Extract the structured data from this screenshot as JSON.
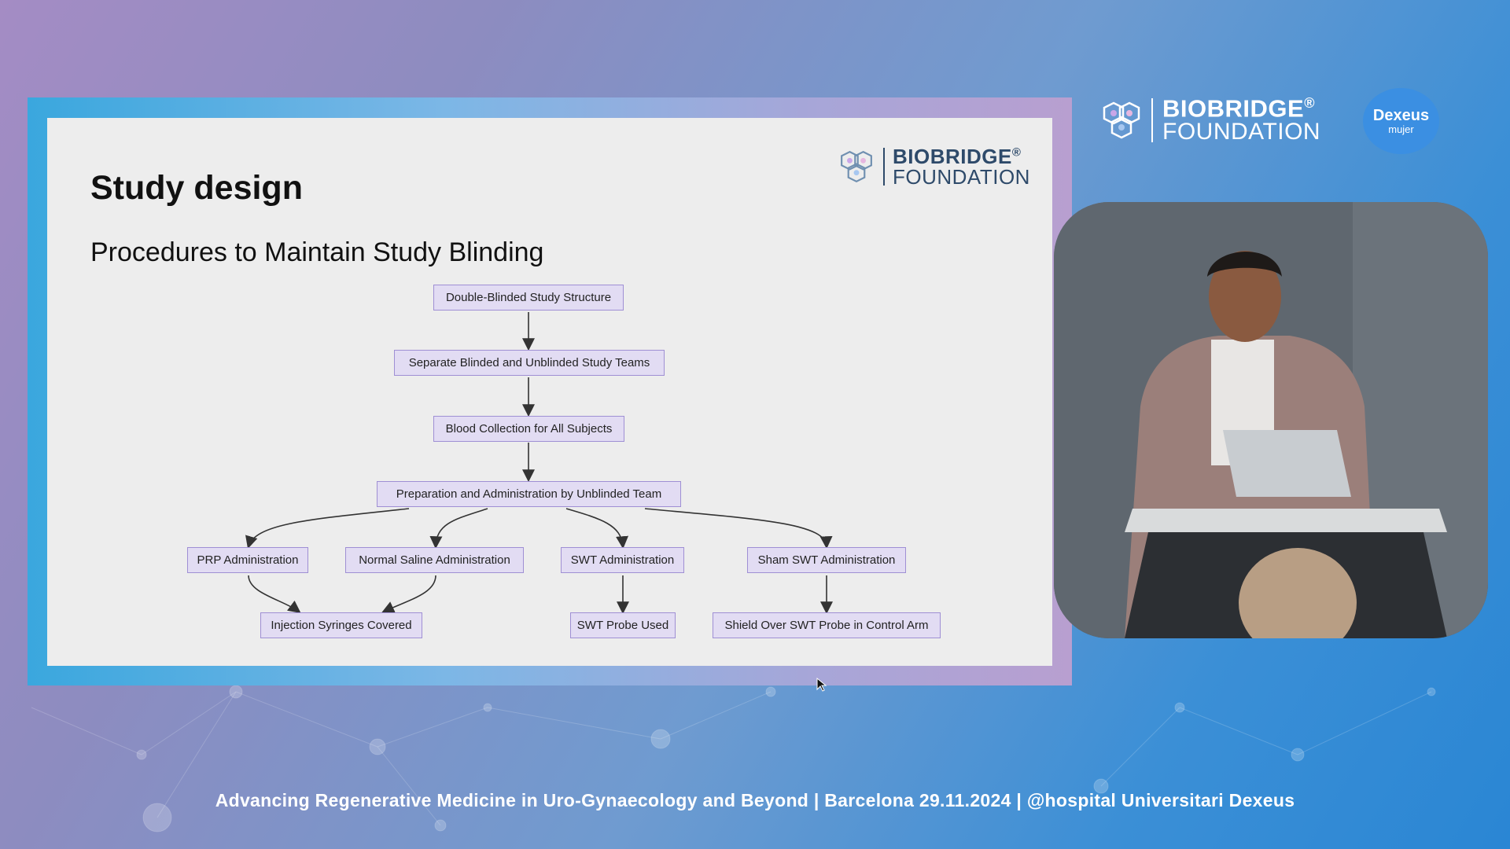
{
  "slide": {
    "title": "Study design",
    "subtitle": "Procedures to Maintain Study Blinding",
    "logo_line1": "BIOBRIDGE",
    "logo_reg": "®",
    "logo_line2": "FOUNDATION"
  },
  "header": {
    "logo_line1": "BIOBRIDGE",
    "logo_reg": "®",
    "logo_line2": "FOUNDATION",
    "partner_name": "Dexeus",
    "partner_sub": "mujer"
  },
  "flowchart": {
    "nodes": {
      "root": "Double-Blinded Study Structure",
      "teams": "Separate Blinded and Unblinded Study Teams",
      "blood": "Blood Collection for All Subjects",
      "prep": "Preparation and Administration by Unblinded Team",
      "prp": "PRP Administration",
      "saline": "Normal Saline Administration",
      "swt": "SWT Administration",
      "sham": "Sham SWT Administration",
      "syringes": "Injection Syringes Covered",
      "probe": "SWT Probe Used",
      "shield": "Shield Over SWT Probe in Control Arm"
    }
  },
  "footer": {
    "text": "Advancing Regenerative Medicine in Uro-Gynaecology and Beyond | Barcelona 29.11.2024 | @hospital Universitari Dexeus"
  },
  "colors": {
    "node_fill": "#e2dcf3",
    "node_border": "#9f8fd4",
    "brand_dark": "#2e4a6a",
    "accent_blue": "#3b8fe2"
  },
  "icons": {
    "brand_mark": "hexagon-molecule-icon",
    "pointer": "mouse-cursor-icon"
  }
}
